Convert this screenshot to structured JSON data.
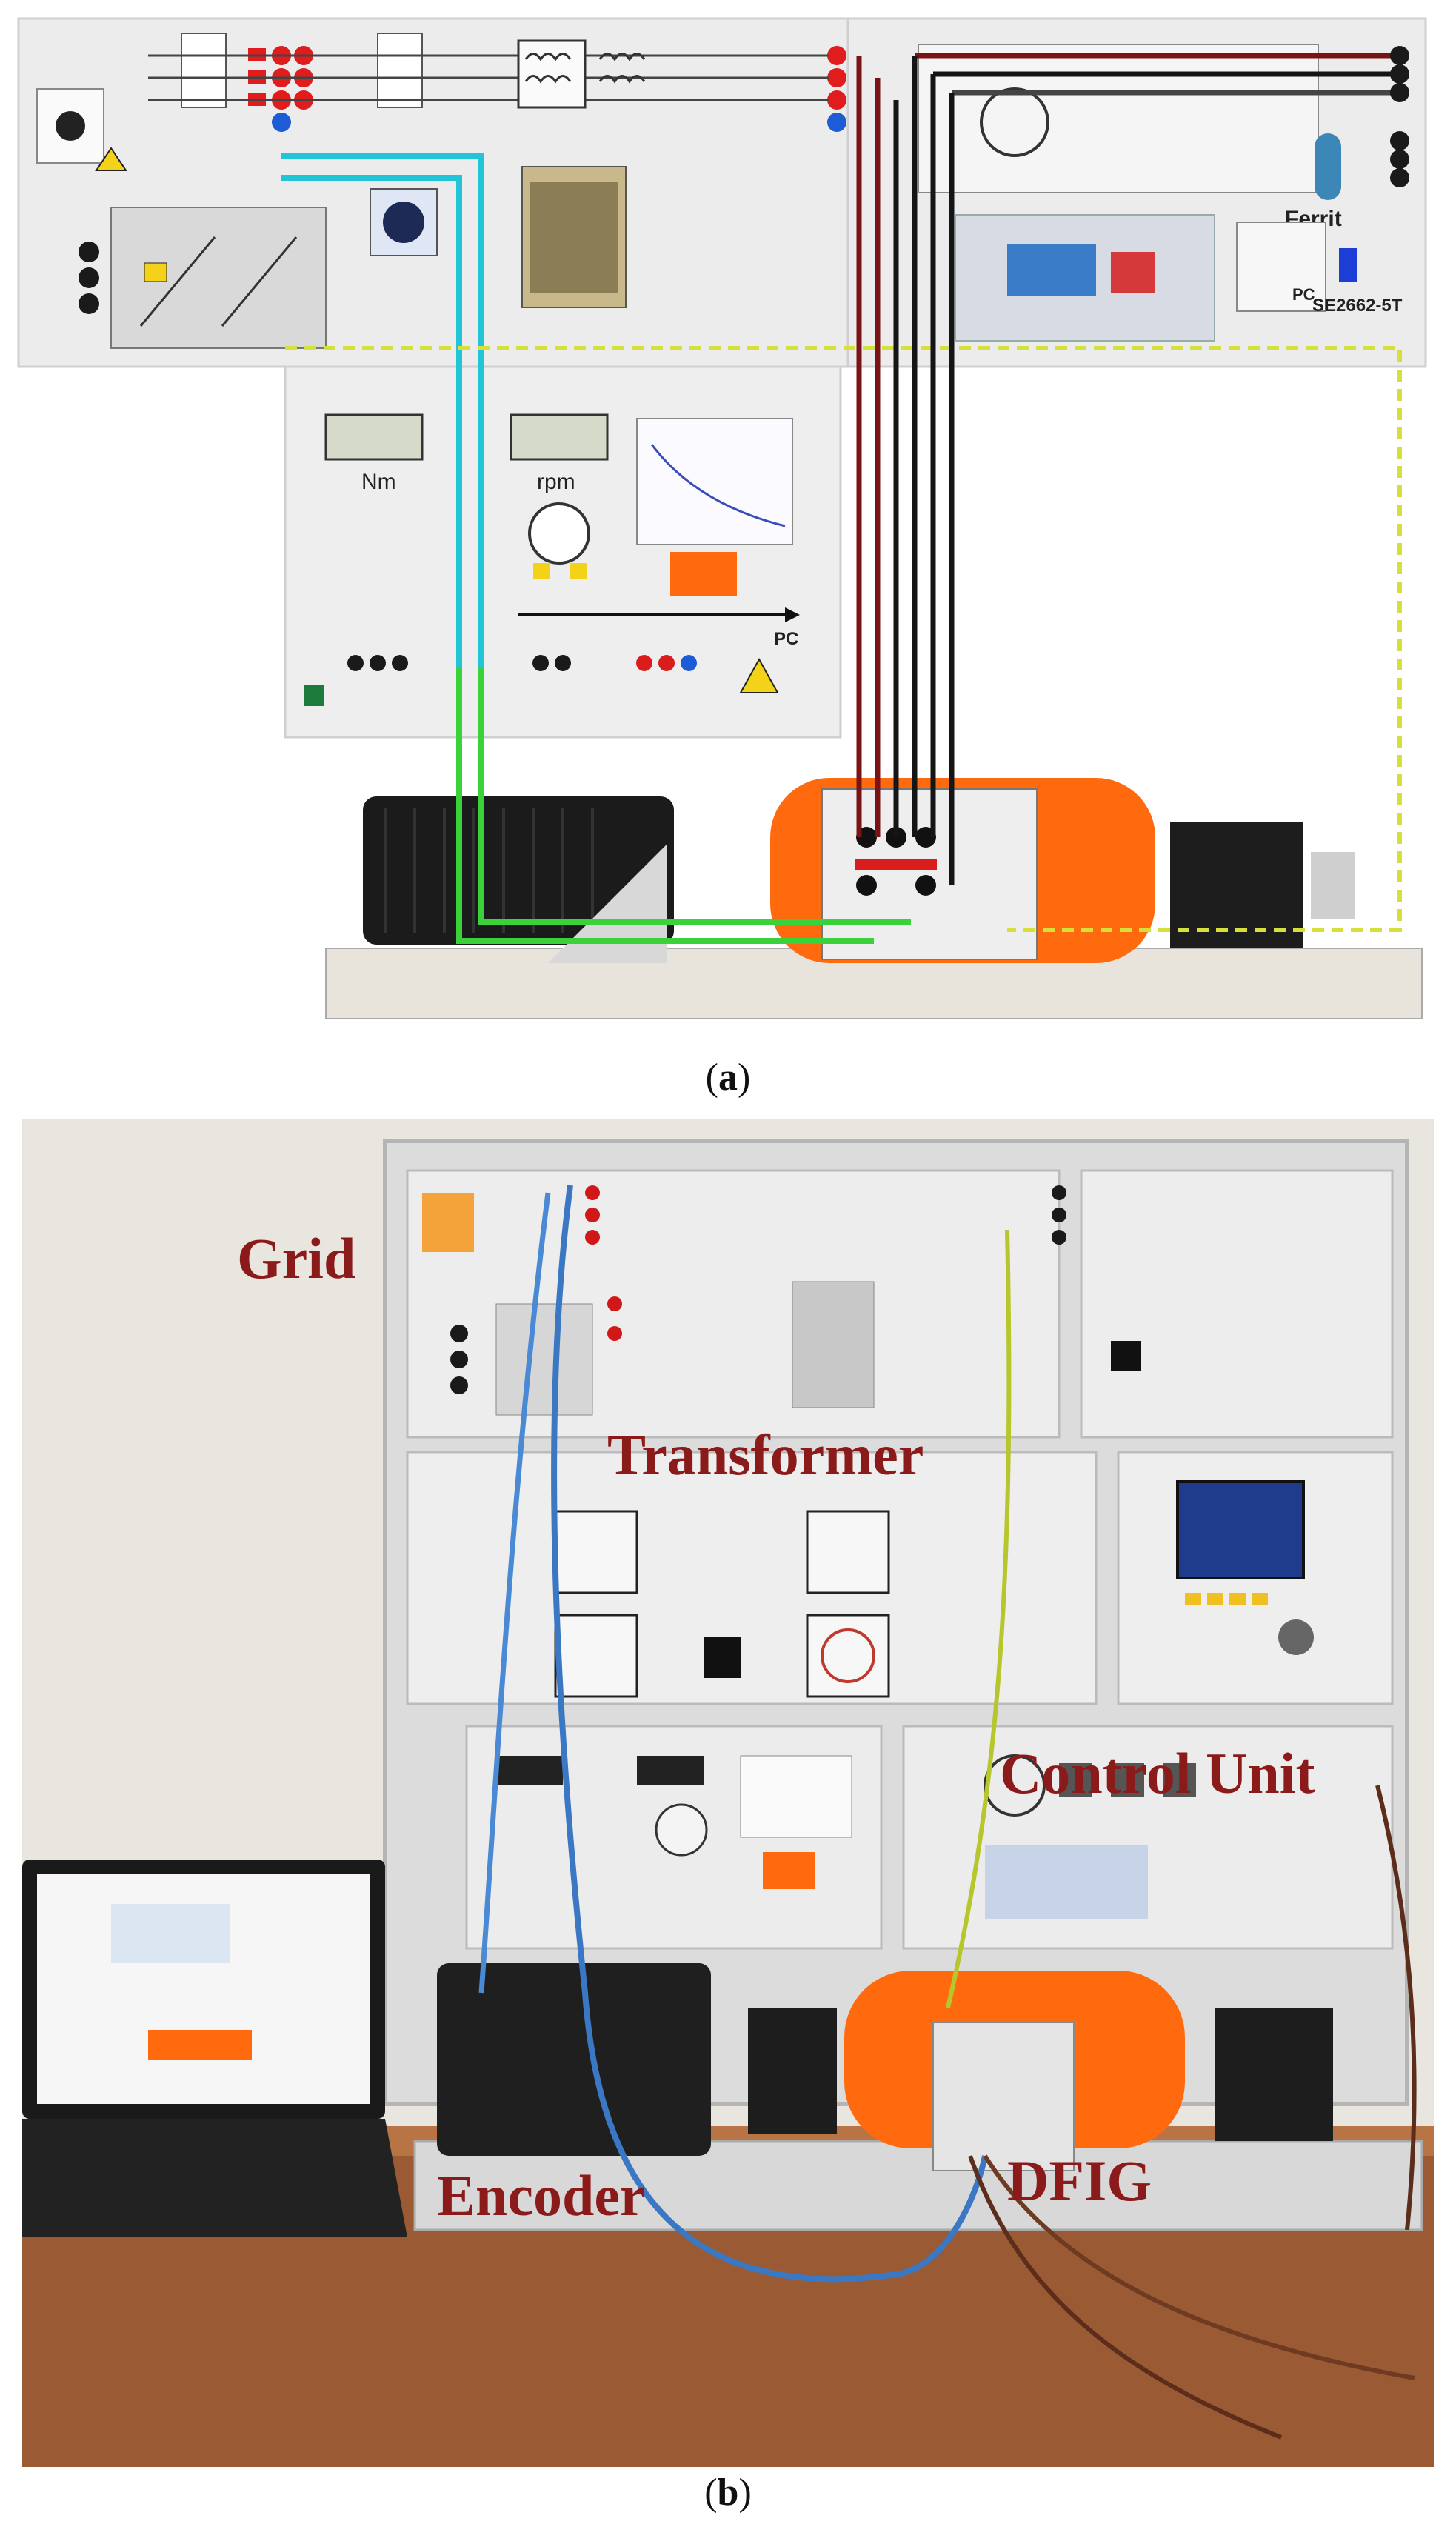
{
  "figure_a": {
    "caption_letter": "a",
    "readouts": {
      "torque_unit": "Nm",
      "speed_unit": "rpm"
    },
    "pc_label_top": "PC",
    "pc_label_mid": "PC",
    "ferrit_label": "Ferrit",
    "sensor_label": "SE2662-5T"
  },
  "figure_b": {
    "caption_letter": "b",
    "labels": {
      "grid": "Grid",
      "transformer": "Transformer",
      "control_unit": "Control Unit",
      "encoder": "Encoder",
      "dfig": "DFIG"
    }
  },
  "colors": {
    "cable_cyan": "#22c4d8",
    "cable_green": "#3bd13b",
    "cable_yellow": "#d6e03a",
    "cable_dark_red": "#7a1414",
    "cable_black": "#151515",
    "motor_orange": "#ff6a0e",
    "label_red": "#8b1a1a"
  }
}
